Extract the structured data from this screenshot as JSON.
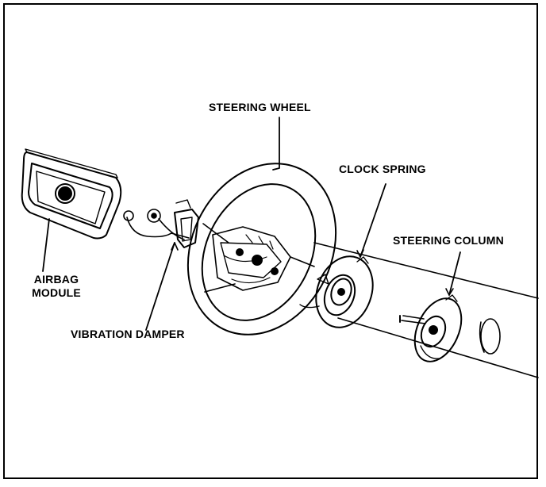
{
  "labels": {
    "steering_wheel": "STEERING WHEEL",
    "clock_spring": "CLOCK SPRING",
    "steering_column": "STEERING COLUMN",
    "airbag_line1": "AIRBAG",
    "airbag_line2": "MODULE",
    "vibration_damper": "VIBRATION DAMPER"
  },
  "colors": {
    "ink": "#000000",
    "paper": "#ffffff"
  }
}
